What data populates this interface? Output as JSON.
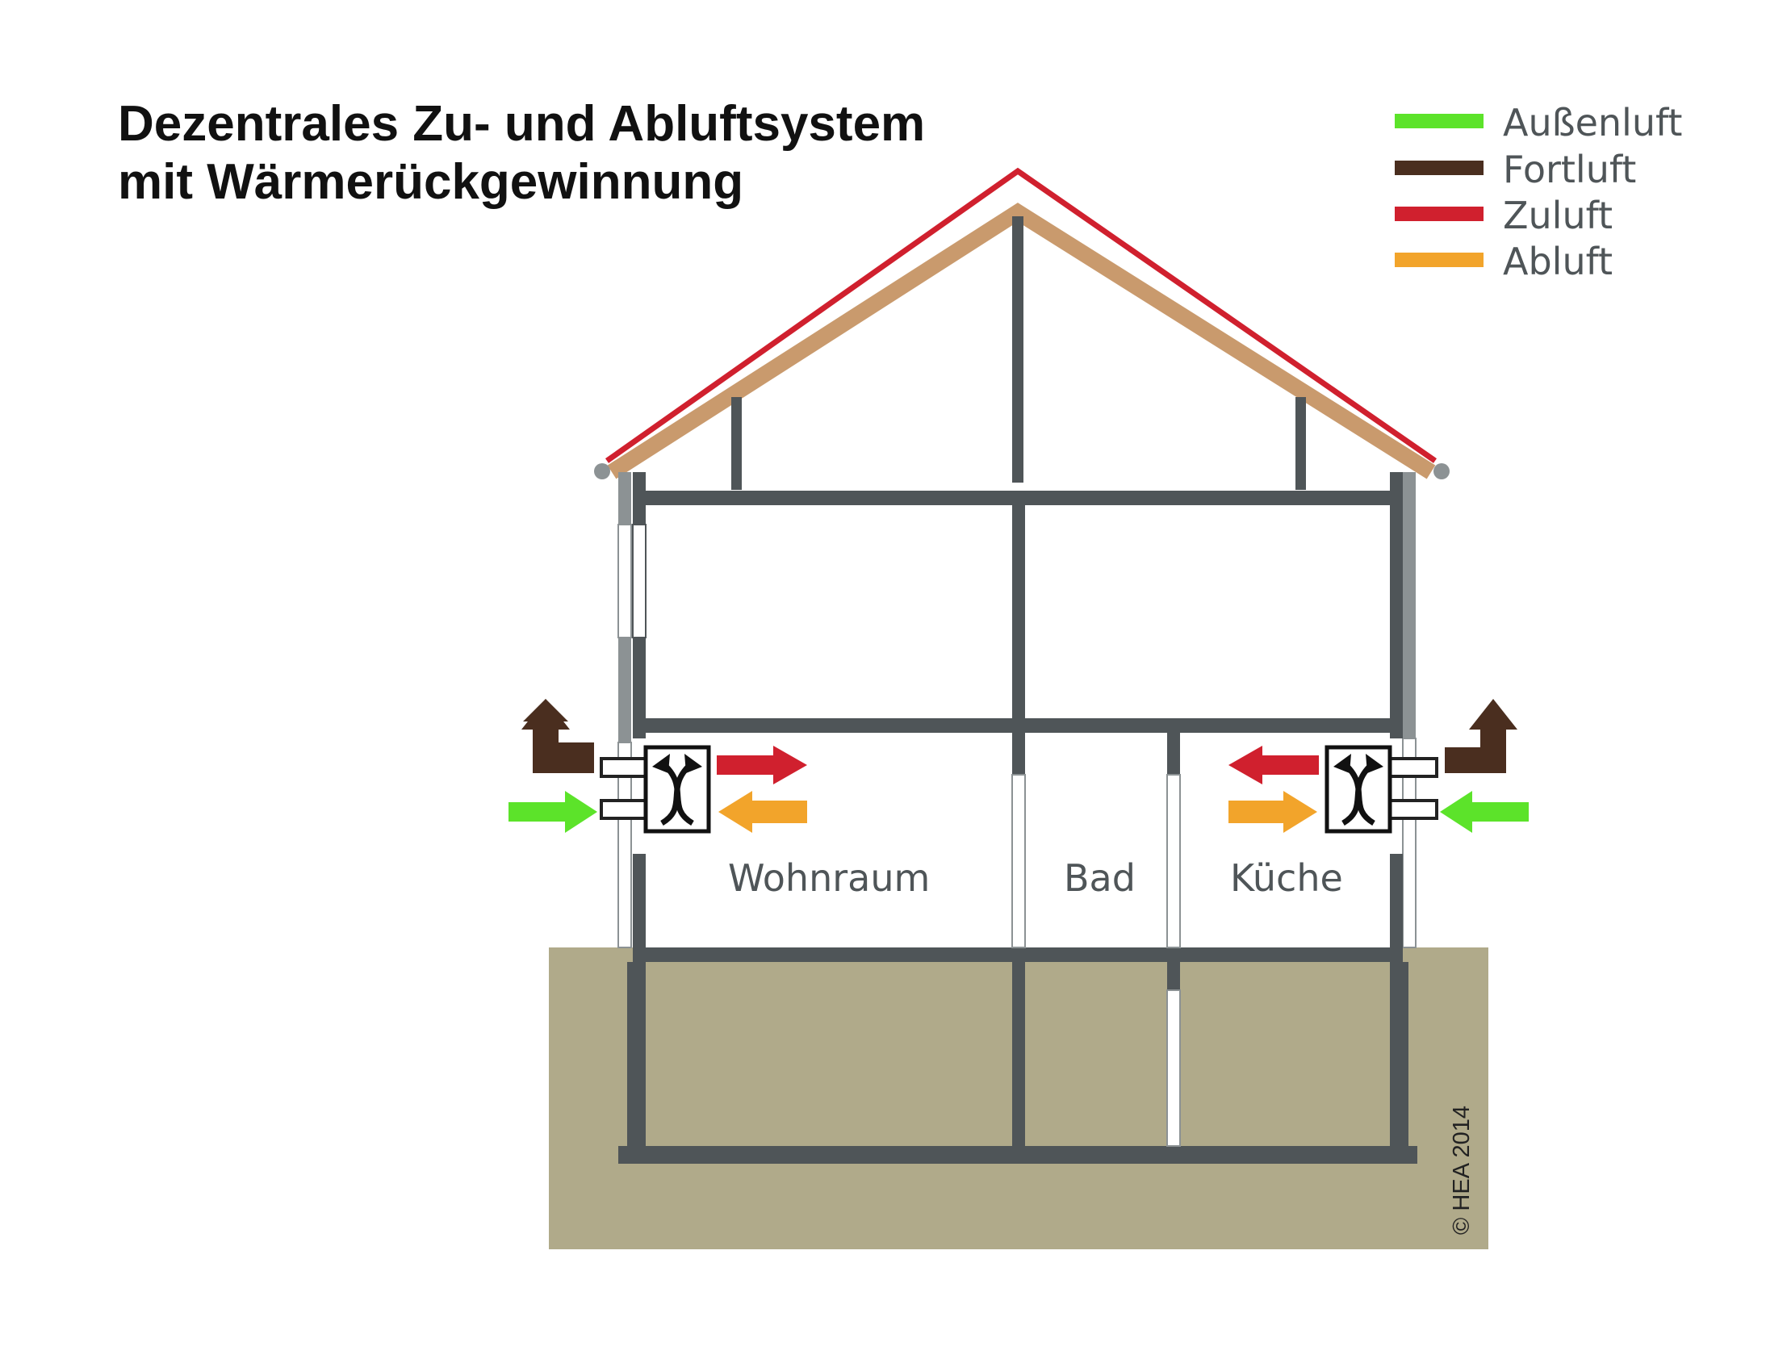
{
  "title": {
    "line1": "Dezentrales Zu- und Abluftsystem",
    "line2": "mit Wärmerückgewinnung"
  },
  "legend": [
    {
      "label": "Außenluft",
      "color": "#5ce32a"
    },
    {
      "label": "Fortluft",
      "color": "#4a2e1f"
    },
    {
      "label": "Zuluft",
      "color": "#d0202e"
    },
    {
      "label": "Abluft",
      "color": "#f2a42b"
    }
  ],
  "rooms": {
    "living": "Wohnraum",
    "bath": "Bad",
    "kitchen": "Küche"
  },
  "copyright": "© HEA 2014",
  "colors": {
    "wall": "#4f5558",
    "ground": "#b0aa8a",
    "roof_outer": "#d0202e",
    "roof_inner": "#c99a6d",
    "facade": "#8c9294"
  },
  "icons": [
    "heat-exchanger-icon",
    "arrow-right-icon",
    "arrow-left-icon",
    "arrow-up-icon"
  ]
}
